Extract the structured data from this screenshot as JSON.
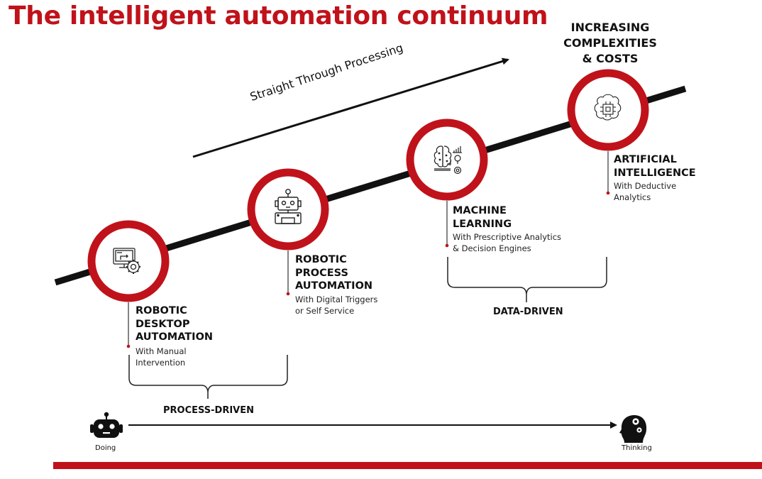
{
  "title": "The intelligent automation continuum",
  "corner_label": {
    "lines": [
      "INCREASING",
      "COMPLEXITIES",
      "& COSTS"
    ]
  },
  "stp_arrow": {
    "label": "Straight Through Processing"
  },
  "steps": [
    {
      "icon": "desktop-gear-icon",
      "title_lines": [
        "ROBOTIC",
        "DESKTOP",
        "AUTOMATION"
      ],
      "sub_lines": [
        "With Manual",
        "Intervention"
      ]
    },
    {
      "icon": "robot-icon",
      "title_lines": [
        "ROBOTIC",
        "PROCESS",
        "AUTOMATION"
      ],
      "sub_lines": [
        "With Digital Triggers",
        "or Self Service"
      ]
    },
    {
      "icon": "brain-analytics-icon",
      "title_lines": [
        "MACHINE",
        "LEARNING"
      ],
      "sub_lines": [
        "With Prescriptive Analytics",
        "& Decision Engines"
      ]
    },
    {
      "icon": "ai-chip-brain-icon",
      "title_lines": [
        "ARTIFICIAL",
        "INTELLIGENCE"
      ],
      "sub_lines": [
        "With Deductive",
        "Analytics"
      ]
    }
  ],
  "groups": [
    {
      "label": "PROCESS-DRIVEN"
    },
    {
      "label": "DATA-DRIVEN"
    }
  ],
  "axis": {
    "start_label": "Doing",
    "end_label": "Thinking"
  },
  "colors": {
    "accent": "#c0121a",
    "text": "#111111"
  }
}
